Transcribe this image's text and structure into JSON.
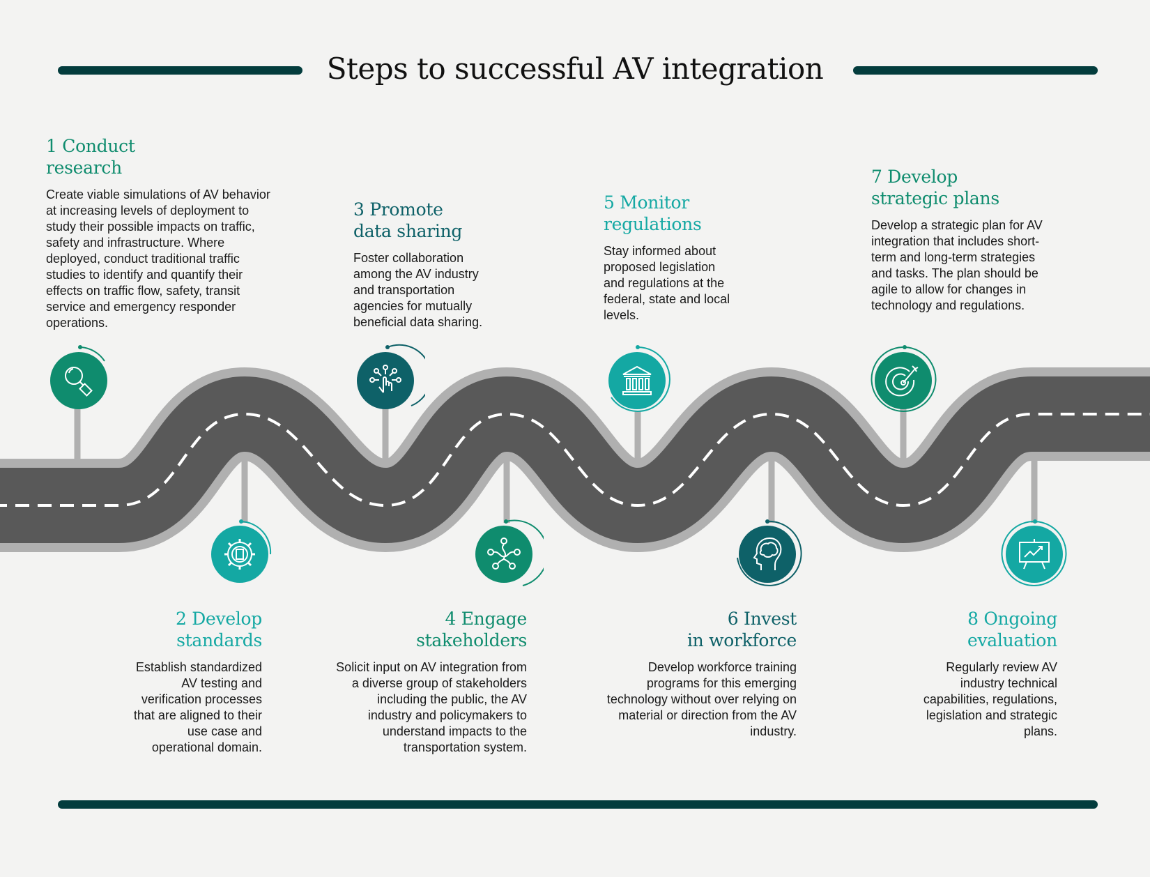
{
  "title": "Steps to successful AV integration",
  "colors": {
    "background": "#f3f3f2",
    "rule": "#033c3d",
    "green": "#0f8c6e",
    "teal_light": "#14a8a3",
    "teal_dark": "#0e6168",
    "road_dark": "#595959",
    "road_edge": "#b0b0b0"
  },
  "steps": [
    {
      "number": "1",
      "title_line1": "1 Conduct",
      "title_line2": "research",
      "icon": "magnifier-icon",
      "color": "#0f8c6e",
      "description": "Create viable simulations of AV behavior at increasing levels of deployment to study their possible impacts on traffic, safety and infrastructure. Where deployed, conduct traditional traffic studies to identify and quantify their effects on traffic flow, safety, transit service and emergency responder operations."
    },
    {
      "number": "2",
      "title_line1": "2 Develop",
      "title_line2": "standards",
      "icon": "gear-wrench-icon",
      "color": "#14a8a3",
      "description": "Establish standardized AV testing and verification processes that are aligned to their use case and operational domain."
    },
    {
      "number": "3",
      "title_line1": "3 Promote",
      "title_line2": "data sharing",
      "icon": "touch-network-icon",
      "color": "#0e6168",
      "description": "Foster collaboration among the AV industry and transportation agencies for mutually beneficial data sharing."
    },
    {
      "number": "4",
      "title_line1": "4 Engage stakeholders",
      "title_line2": "",
      "icon": "people-network-icon",
      "color": "#0f8c6e",
      "description": "Solicit input on AV integration from a diverse group of stakeholders including the public, the AV industry and policymakers to understand impacts to the transportation system."
    },
    {
      "number": "5",
      "title_line1": "5 Monitor",
      "title_line2": "regulations",
      "icon": "government-building-icon",
      "color": "#14a8a3",
      "description": "Stay informed about proposed legislation and regulations at the federal, state and local levels."
    },
    {
      "number": "6",
      "title_line1": "6 Invest",
      "title_line2": "in workforce",
      "icon": "head-brain-icon",
      "color": "#0e6168",
      "description": "Develop workforce training programs for this emerging technology without over relying on material or direction from the AV industry."
    },
    {
      "number": "7",
      "title_line1": "7 Develop",
      "title_line2": "strategic plans",
      "icon": "target-arrow-icon",
      "color": "#0f8c6e",
      "description": "Develop a strategic plan for AV integration that includes short-term and long-term strategies and tasks. The plan should be agile to allow for changes in technology and regulations."
    },
    {
      "number": "8",
      "title_line1": "8 Ongoing",
      "title_line2": "evaluation",
      "icon": "presentation-chart-icon",
      "color": "#14a8a3",
      "description": "Regularly review AV industry technical capabilities, regulations, legislation and strategic plans."
    }
  ]
}
